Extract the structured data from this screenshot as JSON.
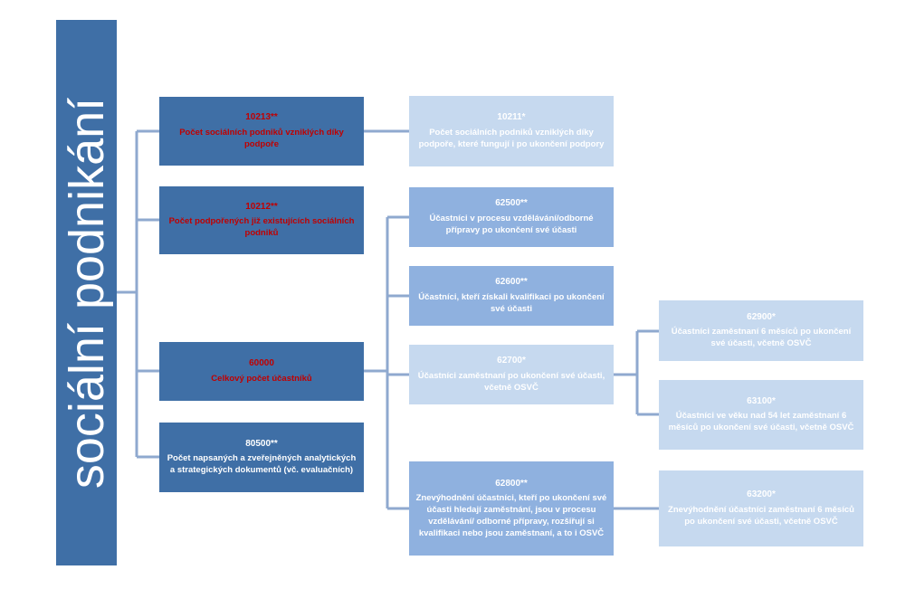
{
  "title": "sociální podnikání",
  "colors": {
    "dark": "#3f6fa6",
    "mid": "#8fb1df",
    "light": "#c6d9ef",
    "red_text": "#c00000",
    "line": "#8fa9cf"
  },
  "boxes": {
    "b10213": {
      "code": "10213**",
      "text": "Počet sociálních podniků vzniklých díky podpoře"
    },
    "b10212": {
      "code": "10212**",
      "text": "Počet podpořených již existujících sociálních podniků"
    },
    "b60000": {
      "code": "60000",
      "text": "Celkový počet účastníků"
    },
    "b80500": {
      "code": "80500**",
      "text": "Počet napsaných a zveřejněných analytických a strategických dokumentů (vč. evaluačních)"
    },
    "b10211": {
      "code": "10211*",
      "text": "Počet sociálních podniků vzniklých díky podpoře, které fungují i po ukončení podpory"
    },
    "b62500": {
      "code": "62500**",
      "text": "Účastníci v procesu vzdělávání/odborné přípravy po ukončení své účasti"
    },
    "b62600": {
      "code": "62600**",
      "text": "Účastníci, kteří získali kvalifikaci po ukončení své účasti"
    },
    "b62700": {
      "code": "62700*",
      "text": "Účastníci zaměstnaní po ukončení své účasti, včetně OSVČ"
    },
    "b62800": {
      "code": "62800**",
      "text": "Znevýhodnění účastníci, kteří po ukončení své účasti hledají zaměstnání, jsou v procesu vzdělávání/ odborné přípravy, rozšiřují si kvalifikaci nebo jsou zaměstnaní, a to i OSVČ"
    },
    "b62900": {
      "code": "62900*",
      "text": "Účastníci zaměstnaní 6 měsíců po ukončení své účasti, včetně OSVČ"
    },
    "b63100": {
      "code": "63100*",
      "text": "Účastníci ve věku nad 54 let zaměstnaní 6 měsíců po ukončení své účasti, včetně OSVČ"
    },
    "b63200": {
      "code": "63200*",
      "text": "Znevýhodnění účastníci zaměstnaní 6 měsíců po ukončení své účasti, včetně OSVČ"
    }
  }
}
